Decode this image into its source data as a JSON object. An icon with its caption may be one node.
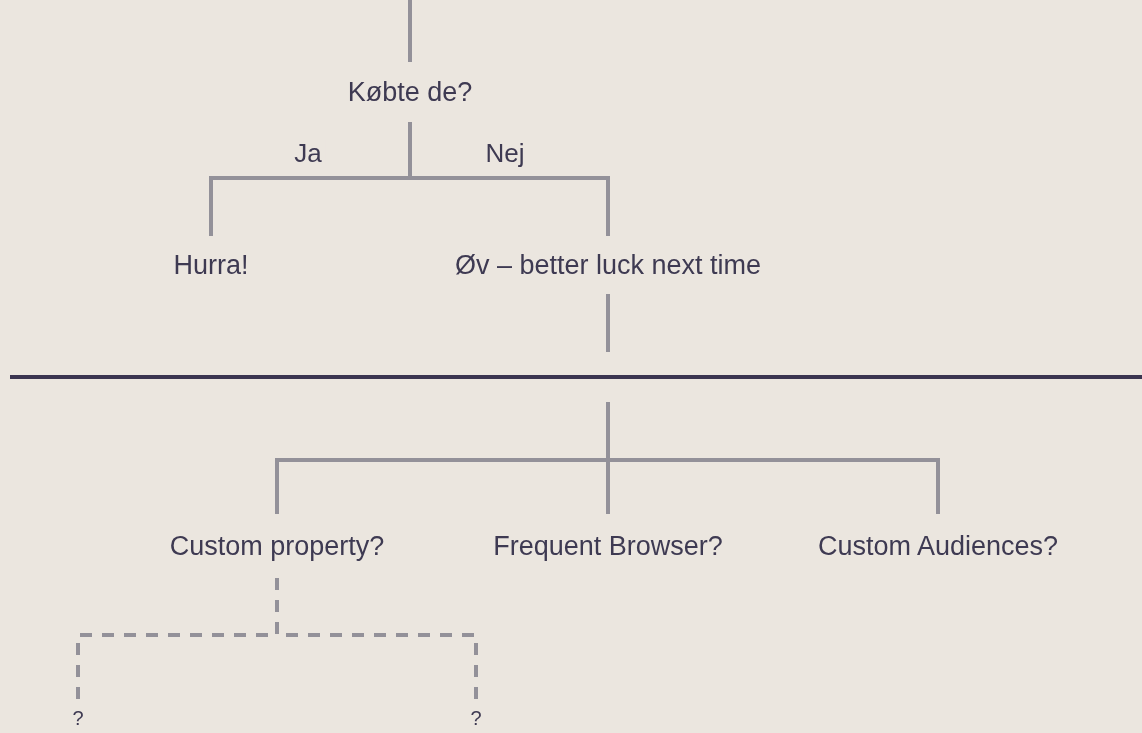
{
  "diagram": {
    "nodes": [
      {
        "text": [
          "Købte de?"
        ]
      },
      {
        "text": [
          "Hurra!"
        ]
      },
      {
        "text": [
          "Øv – better luck next time"
        ]
      },
      {
        "text": [
          "Custom property?"
        ]
      },
      {
        "text": [
          "Frequent Browser?"
        ]
      },
      {
        "text": [
          "Custom Audiences?"
        ]
      },
      {
        "text": [
          "?"
        ]
      },
      {
        "text": [
          "?"
        ]
      }
    ],
    "edges": [
      {
        "from": null,
        "to": 0,
        "arrow": "none"
      },
      {
        "from": 0,
        "to": 1,
        "arrow": "none",
        "label": "Ja"
      },
      {
        "from": 0,
        "to": 2,
        "arrow": "none",
        "label": "Nej"
      },
      {
        "from": 2,
        "to": null,
        "arrow": "none"
      },
      {
        "from": null,
        "to": 3,
        "arrow": "none"
      },
      {
        "from": null,
        "to": 4,
        "arrow": "none"
      },
      {
        "from": null,
        "to": 5,
        "arrow": "none"
      },
      {
        "from": 3,
        "to": 6,
        "arrow": "none",
        "style": "dashed"
      },
      {
        "from": 3,
        "to": 7,
        "arrow": "none",
        "style": "dashed"
      }
    ]
  }
}
